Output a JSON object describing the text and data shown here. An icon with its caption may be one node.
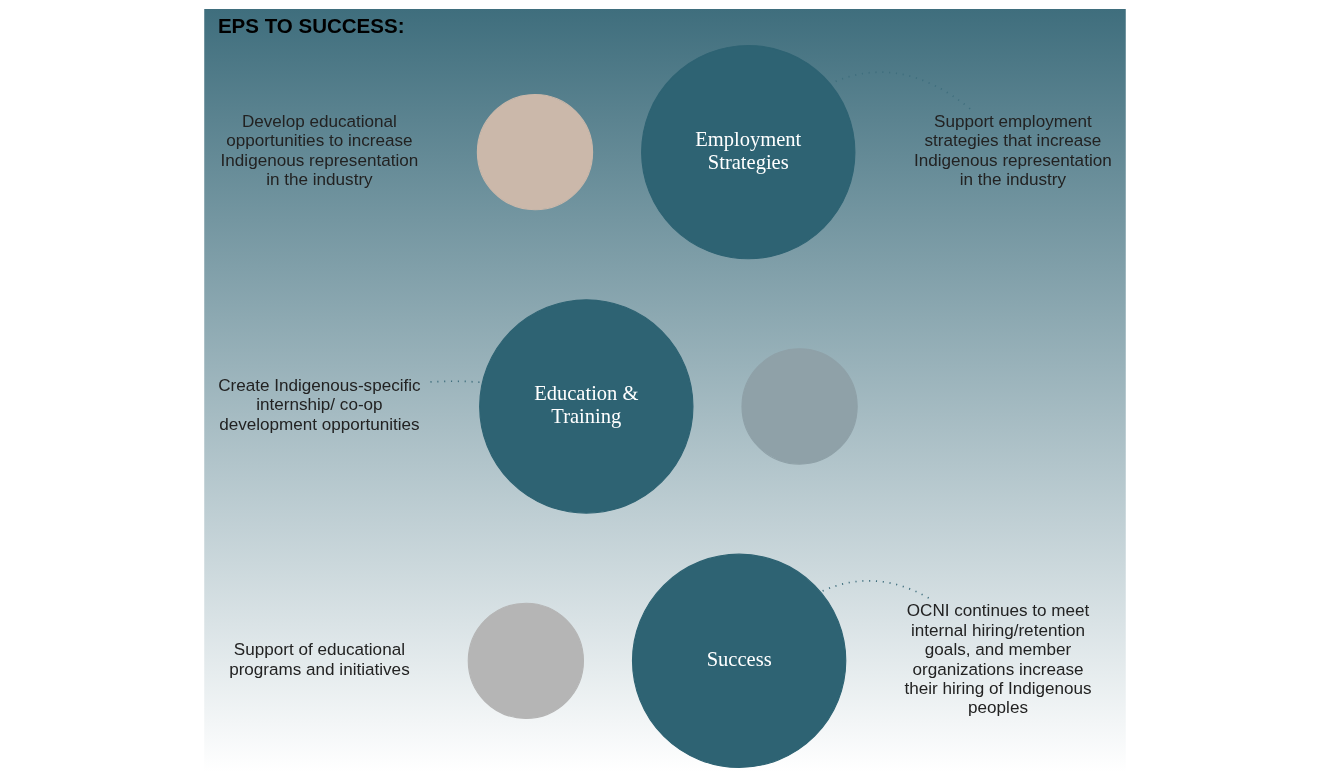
{
  "diagram": {
    "title": "EPS TO SUCCESS:",
    "nodes": [
      {
        "text": [
          "Employment Strategies"
        ]
      },
      {
        "text": [
          "Education & Training"
        ]
      },
      {
        "text": [
          "Success"
        ]
      },
      {
        "text": [],
        "shape": "circle"
      },
      {
        "text": [],
        "shape": "circle"
      },
      {
        "text": [],
        "shape": "circle"
      },
      {
        "text": [
          "Support employment strategies that increase Indigenous representation in the industry"
        ]
      },
      {
        "text": [
          "Create Indigenous-specific internship/ co-op development opportunities"
        ]
      },
      {
        "text": [
          "OCNI continues to meet internal hiring/retention goals, and member organizations increase their hiring of Indigenous peoples"
        ]
      }
    ],
    "edges": [
      {
        "from": 6,
        "to": 0,
        "arrow": "none",
        "style": "dashed"
      },
      {
        "from": 7,
        "to": 1,
        "arrow": "none",
        "style": "dashed"
      },
      {
        "from": 8,
        "to": 2,
        "arrow": "none",
        "style": "dashed"
      }
    ],
    "labels": [
      "Develop educational opportunities to increase Indigenous representation in the industry",
      "Support of educational programs and initiatives"
    ]
  }
}
